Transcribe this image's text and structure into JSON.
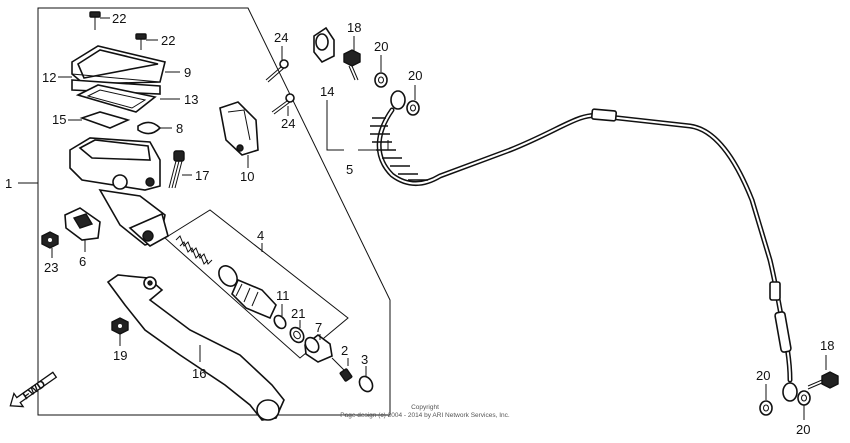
{
  "callouts": {
    "c1": "1",
    "c2": "2",
    "c3": "3",
    "c4": "4",
    "c5": "5",
    "c6": "6",
    "c7": "7",
    "c8": "8",
    "c9": "9",
    "c10": "10",
    "c11": "11",
    "c12": "12",
    "c13": "13",
    "c14": "14",
    "c15": "15",
    "c16": "16",
    "c17": "17",
    "c18a": "18",
    "c18b": "18",
    "c19": "19",
    "c20a": "20",
    "c20b": "20",
    "c20c": "20",
    "c20d": "20",
    "c21": "21",
    "c22a": "22",
    "c22b": "22",
    "c23": "23",
    "c24a": "24",
    "c24b": "24"
  },
  "fwd": {
    "label": "FWD"
  },
  "copyright": {
    "line1": "Copyright",
    "line2": "Page design (c) 2004 - 2014 by ARI Network Services, Inc."
  }
}
